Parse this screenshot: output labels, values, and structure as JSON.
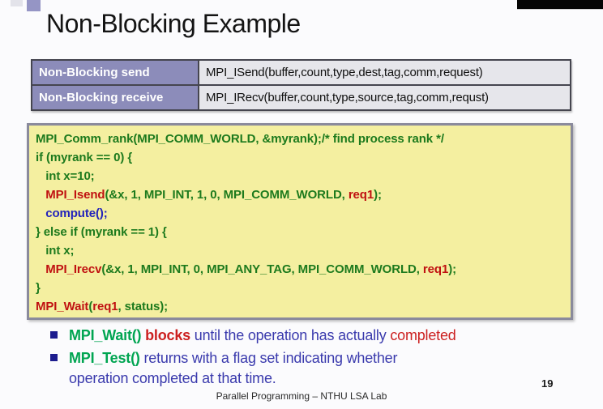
{
  "palette": {
    "purple_cell": "#8c8cba",
    "code_bg": "#f4efa0",
    "code_green": "#1d7a1d",
    "code_red": "#c01111",
    "code_blue": "#2222bb",
    "accent_green": "#00a551",
    "accent_red": "#cc2020",
    "accent_blue": "#3a3aad",
    "bullet_navy": "#1c1c8e"
  },
  "title": "Non-Blocking Example",
  "table": {
    "rows": [
      {
        "label": "Non-Blocking send",
        "code": "MPI_ISend(buffer,count,type,dest,tag,comm,request)"
      },
      {
        "label": "Non-Blocking receive",
        "code": "MPI_IRecv(buffer,count,type,source,tag,comm,requst)"
      }
    ]
  },
  "code_block": {
    "lines": [
      {
        "segments": [
          {
            "t": "MPI_Comm_rank(MPI_COMM_WORLD, &myrank);/* find process rank */",
            "c": "green"
          }
        ]
      },
      {
        "segments": [
          {
            "t": "if (myrank == 0) {",
            "c": "green"
          }
        ]
      },
      {
        "segments": [
          {
            "t": "   int x=10;",
            "c": "green"
          }
        ]
      },
      {
        "segments": [
          {
            "t": "   ",
            "c": "green"
          },
          {
            "t": "MPI_Isend",
            "c": "red"
          },
          {
            "t": "(&x, 1, MPI_INT, 1, 0, MPI_COMM_WORLD, ",
            "c": "green"
          },
          {
            "t": "req1",
            "c": "red"
          },
          {
            "t": ");",
            "c": "green"
          }
        ]
      },
      {
        "segments": [
          {
            "t": "   ",
            "c": "green"
          },
          {
            "t": "compute();",
            "c": "blue"
          }
        ]
      },
      {
        "segments": [
          {
            "t": "} else if (myrank == 1) {",
            "c": "green"
          }
        ]
      },
      {
        "segments": [
          {
            "t": "   int x;",
            "c": "green"
          }
        ]
      },
      {
        "segments": [
          {
            "t": "   ",
            "c": "green"
          },
          {
            "t": "MPI_Irecv",
            "c": "red"
          },
          {
            "t": "(&x, 1, MPI_INT, 0, MPI_ANY_TAG, MPI_COMM_WORLD, ",
            "c": "green"
          },
          {
            "t": "req1",
            "c": "red"
          },
          {
            "t": ");",
            "c": "green"
          }
        ]
      },
      {
        "segments": [
          {
            "t": "}",
            "c": "green"
          }
        ]
      },
      {
        "segments": [
          {
            "t": "MPI_Wait",
            "c": "red"
          },
          {
            "t": "(",
            "c": "green"
          },
          {
            "t": "req1",
            "c": "red"
          },
          {
            "t": ", status);",
            "c": "green"
          }
        ]
      }
    ]
  },
  "bullets": [
    {
      "segments": [
        {
          "t": "MPI_Wait()",
          "c": "green2"
        },
        {
          "t": " ",
          "c": "blue2"
        },
        {
          "t": "blocks",
          "c": "red2"
        },
        {
          "t": " until the operation has actually ",
          "c": "blue2"
        },
        {
          "t": "completed",
          "c": "red2",
          "normal": true
        }
      ]
    },
    {
      "segments": [
        {
          "t": "MPI_Test()",
          "c": "green2"
        },
        {
          "t": " returns with a flag set indicating whether\noperation completed at that time.",
          "c": "blue2"
        }
      ]
    }
  ],
  "footer": {
    "text": "Parallel Programming – NTHU LSA Lab",
    "page_number": "19"
  }
}
